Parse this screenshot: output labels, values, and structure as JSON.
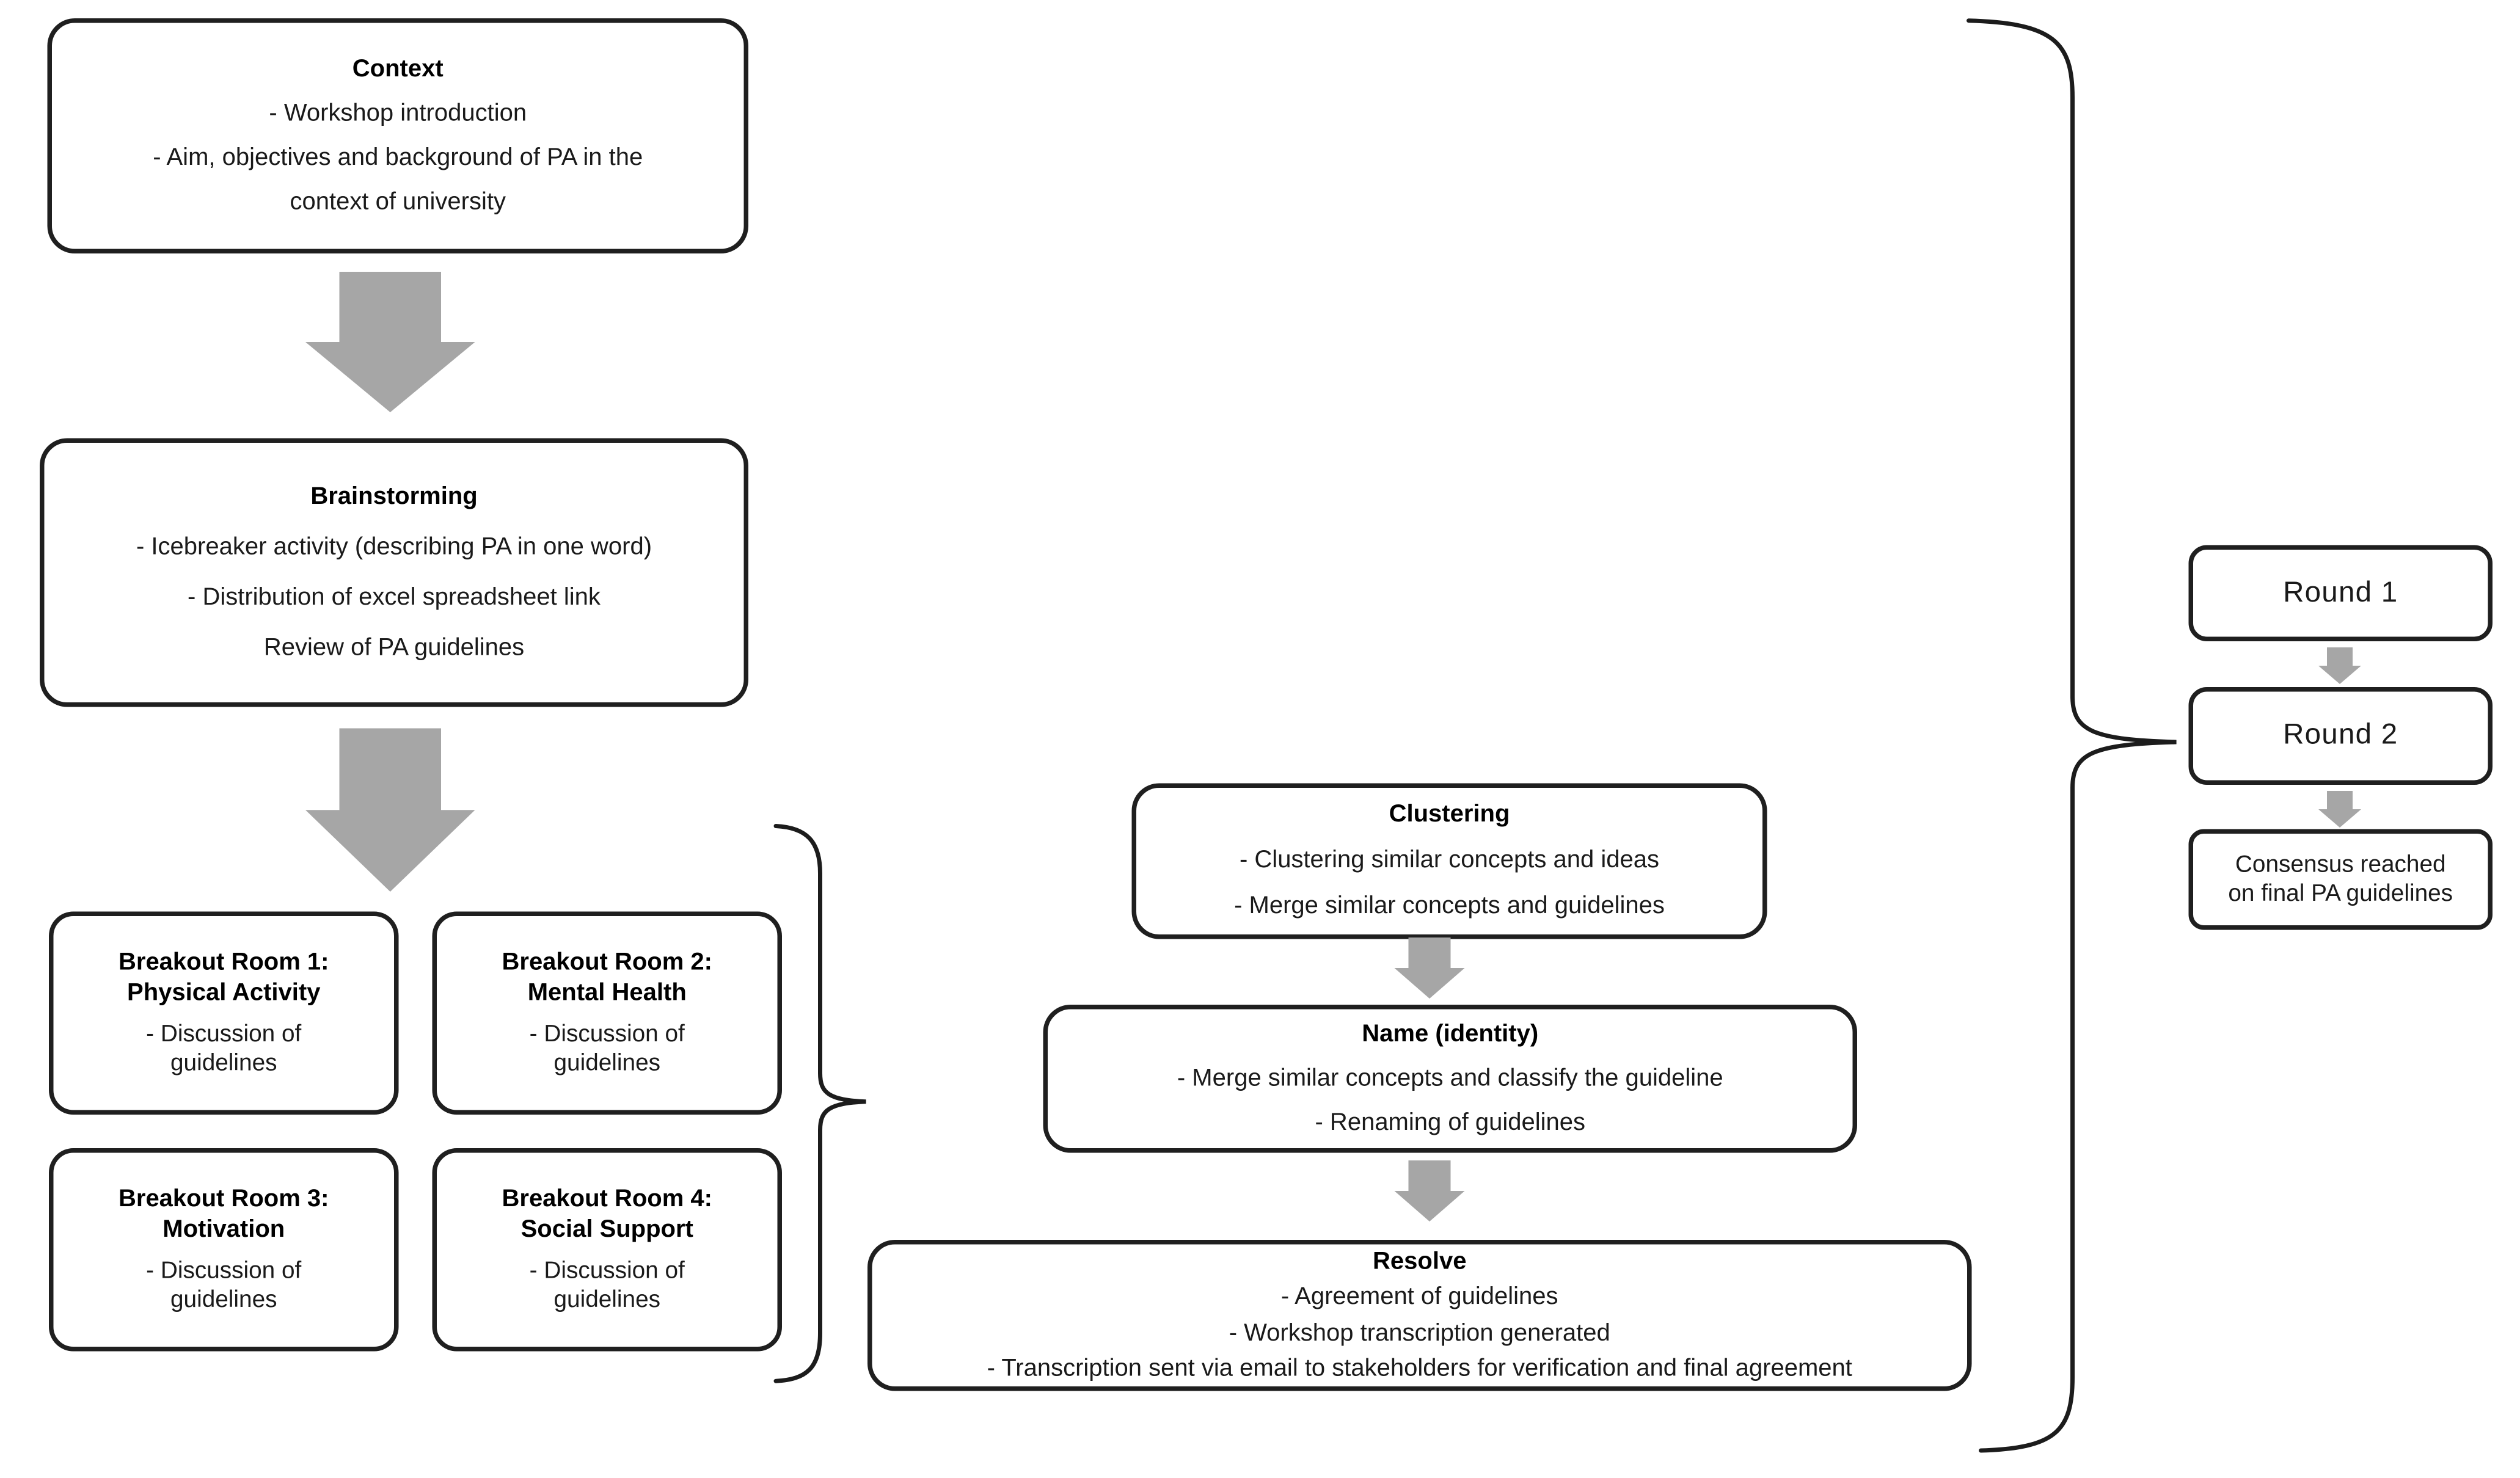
{
  "colors": {
    "arrow_fill": "#a6a6a6",
    "box_border": "#1f1f1f",
    "background": "#ffffff",
    "text": "#1a1a1a"
  },
  "icons": {
    "flow_arrow": "down-block-arrow-icon",
    "group_bracket": "right-curly-brace"
  },
  "boxes": {
    "context": {
      "title": "Context",
      "lines": [
        "- Workshop introduction",
        "- Aim, objectives and background of PA in the",
        "context of university"
      ]
    },
    "brainstorming": {
      "title": "Brainstorming",
      "lines": [
        "- Icebreaker activity (describing PA in one word)",
        "- Distribution of excel spreadsheet link",
        "Review of PA guidelines"
      ]
    },
    "breakout_room_1": {
      "title_lines": [
        "Breakout Room 1:",
        "Physical Activity"
      ],
      "body_lines": [
        "- Discussion of",
        "guidelines"
      ]
    },
    "breakout_room_2": {
      "title_lines": [
        "Breakout Room 2:",
        "Mental Health"
      ],
      "body_lines": [
        "- Discussion of",
        "guidelines"
      ]
    },
    "breakout_room_3": {
      "title_lines": [
        "Breakout Room 3:",
        "Motivation"
      ],
      "body_lines": [
        "- Discussion of",
        "guidelines"
      ]
    },
    "breakout_room_4": {
      "title_lines": [
        "Breakout Room 4:",
        "Social Support"
      ],
      "body_lines": [
        "- Discussion of",
        "guidelines"
      ]
    },
    "clustering": {
      "title": "Clustering",
      "lines": [
        "- Clustering similar concepts and ideas",
        "- Merge similar concepts and guidelines"
      ]
    },
    "name_identity": {
      "title": "Name (identity)",
      "lines": [
        "- Merge similar concepts and classify the guideline",
        "- Renaming of guidelines"
      ]
    },
    "resolve": {
      "title": "Resolve",
      "lines": [
        "- Agreement of guidelines",
        "- Workshop transcription generated",
        "- Transcription sent via email to stakeholders for verification and final agreement"
      ]
    },
    "round_1": {
      "label": "Round 1"
    },
    "round_2": {
      "label": "Round 2"
    },
    "consensus": {
      "lines": [
        "Consensus reached",
        "on final PA guidelines"
      ]
    }
  }
}
